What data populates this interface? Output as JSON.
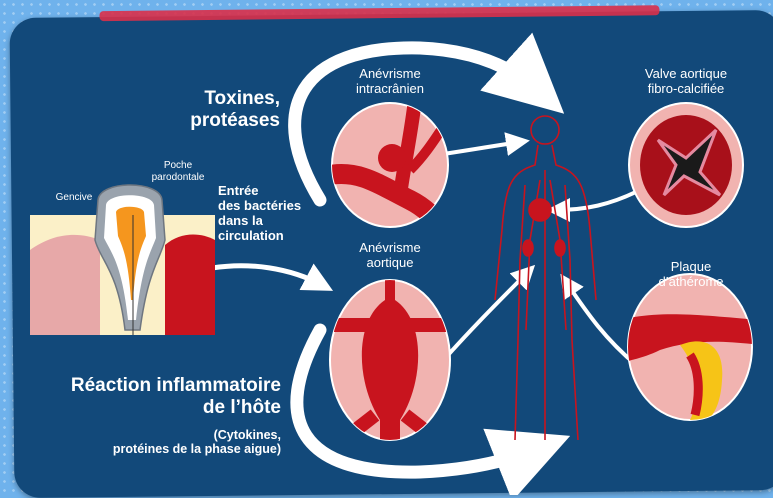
{
  "labels": {
    "toxines_line1": "Toxines,",
    "toxines_line2": "protéases",
    "entree_line1": "Entrée",
    "entree_line2": "des bactéries",
    "entree_line3": "dans la",
    "entree_line4": "circulation",
    "gencive": "Gencive",
    "poche_line1": "Poche",
    "poche_line2": "parodontale",
    "anevrisme_intra_line1": "Anévrisme",
    "anevrisme_intra_line2": "intracrânien",
    "anevrisme_aort_line1": "Anévrisme",
    "anevrisme_aort_line2": "aortique",
    "valve_line1": "Valve aortique",
    "valve_line2": "fibro-calcifiée",
    "plaque_line1": "Plaque",
    "plaque_line2": "d’athérome",
    "reaction_line1": "Réaction inflammatoire",
    "reaction_line2": "de l’hôte",
    "reaction_line3": "(Cytokines,",
    "reaction_line4": "protéines de la phase aigue)"
  },
  "colors": {
    "background": "#6fb2ec",
    "panel": "#12497a",
    "artery_red": "#c8141e",
    "tissue_pink": "#f1b3b0",
    "gum": "#e7a8a8",
    "bone": "#fbf0c8",
    "plaque_yellow": "#f6c417",
    "text": "#ffffff"
  }
}
